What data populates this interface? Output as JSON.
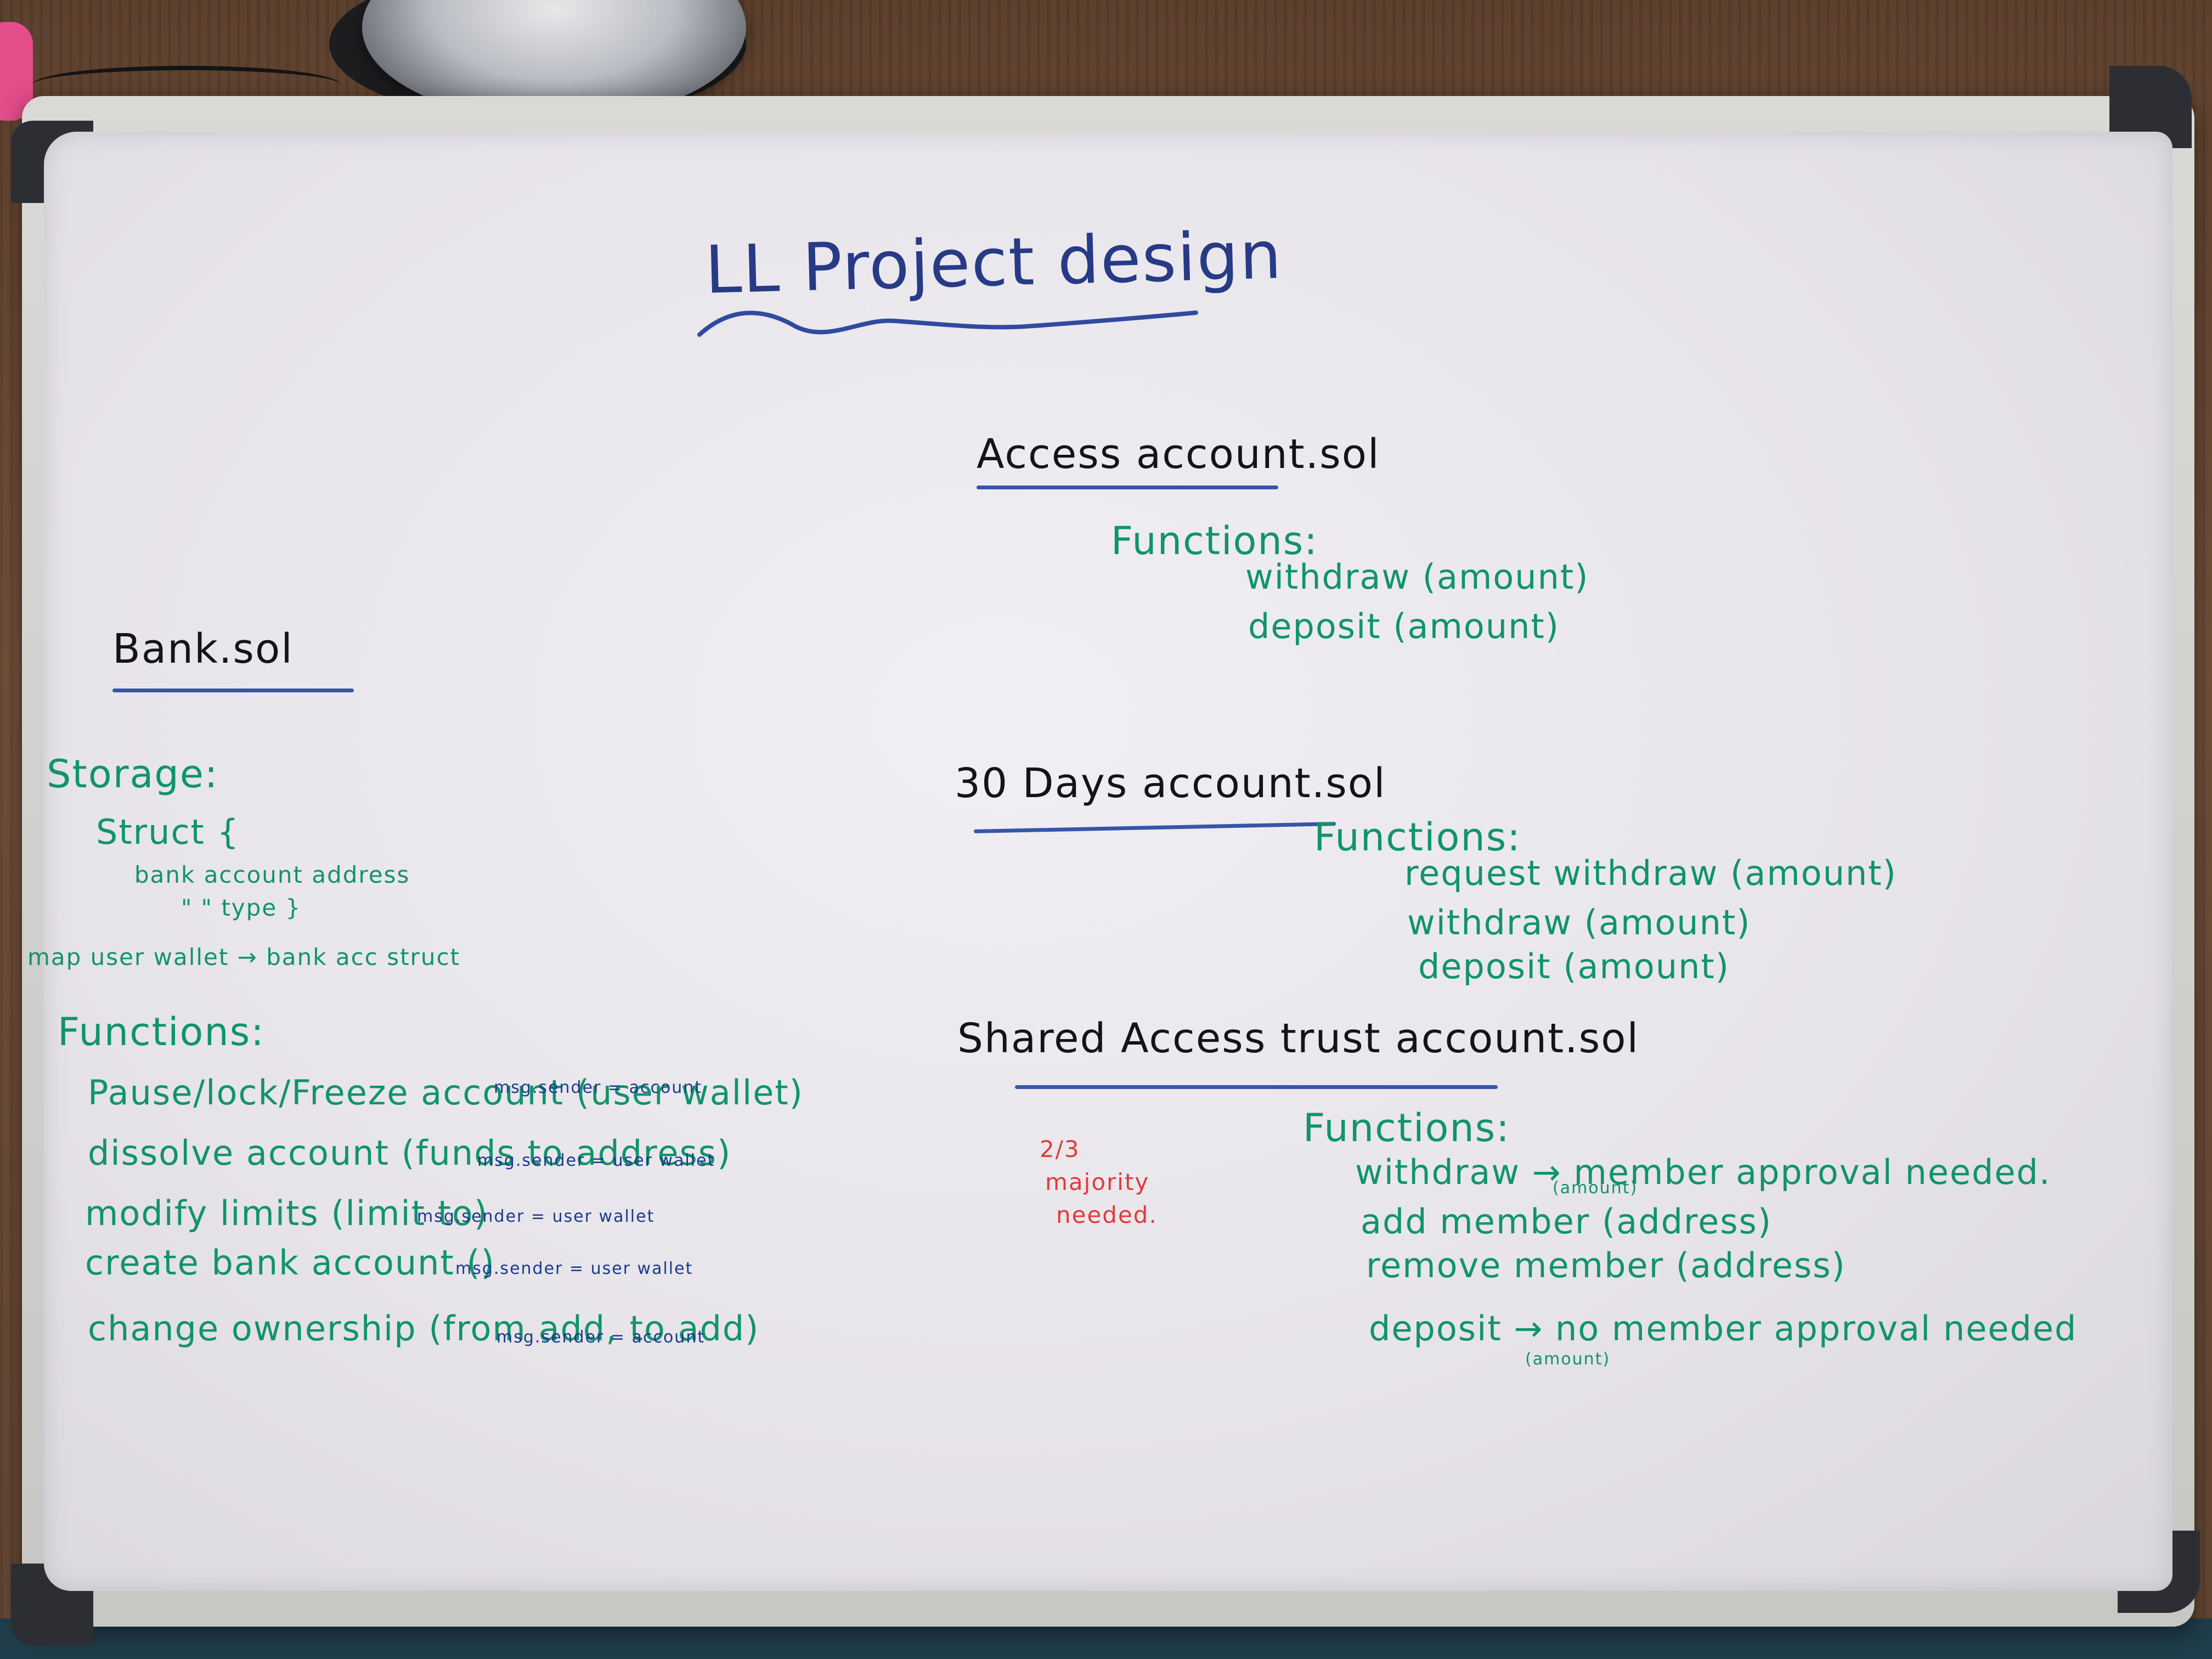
{
  "title": "LL Project design",
  "bank": {
    "heading": "Bank.sol",
    "storage_label": "Storage:",
    "storage_lines": [
      "Struct {",
      "bank account address",
      "\" \" type }",
      "map user wallet → bank acc struct"
    ],
    "functions_label": "Functions:",
    "functions": [
      {
        "text": "Pause/lock/Freeze account (user wallet)",
        "note": "msg.sender = account"
      },
      {
        "text": "dissolve account (funds to address)",
        "note": "msg.sender = user wallet"
      },
      {
        "text": "modify limits (limit to)",
        "note": "msg.sender = user wallet"
      },
      {
        "text": "create bank account ()",
        "note": "msg.sender = user wallet"
      },
      {
        "text": "change ownership (from add, to add)",
        "note": "msg.sender = account"
      }
    ]
  },
  "access_account": {
    "heading": "Access account.sol",
    "functions_label": "Functions:",
    "functions": [
      "withdraw (amount)",
      "deposit (amount)"
    ]
  },
  "days_account": {
    "heading": "30 Days account.sol",
    "functions_label": "Functions:",
    "functions": [
      "request withdraw (amount)",
      "withdraw (amount)",
      "deposit (amount)"
    ]
  },
  "shared_account": {
    "heading": "Shared Access trust account.sol",
    "majority_note": [
      "2/3",
      "majority",
      "needed."
    ],
    "functions_label": "Functions:",
    "functions": [
      {
        "text": "withdraw → member approval needed.",
        "sub": "(amount)"
      },
      {
        "text": "add member (address)"
      },
      {
        "text": "remove member (address)"
      },
      {
        "text": "deposit → no member approval needed",
        "sub": "(amount)"
      }
    ]
  },
  "colors": {
    "board": "#ebe8ee",
    "marker_green": "#10946a",
    "marker_navy": "#273a86",
    "marker_black": "#141418",
    "marker_red": "#e23a3a"
  }
}
